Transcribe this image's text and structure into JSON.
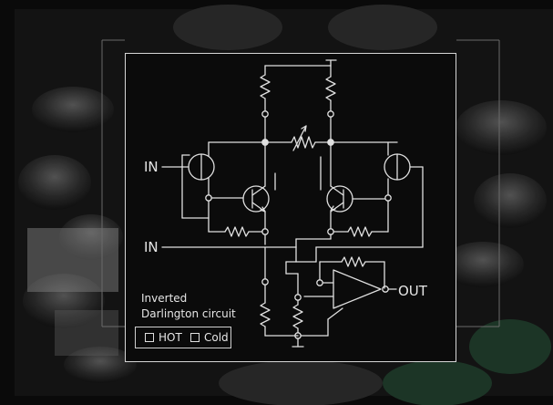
{
  "labels": {
    "input_top": "IN",
    "input_bottom": "IN",
    "output": "OUT"
  },
  "caption": {
    "line1": "Inverted",
    "line2": "Darlington circuit"
  },
  "legend": {
    "hot": "HOT",
    "cold": "Cold"
  },
  "colors": {
    "background": "#0b0b0b",
    "diagram_line": "#e0e0e0",
    "inset_border": "#d6d6d6"
  }
}
